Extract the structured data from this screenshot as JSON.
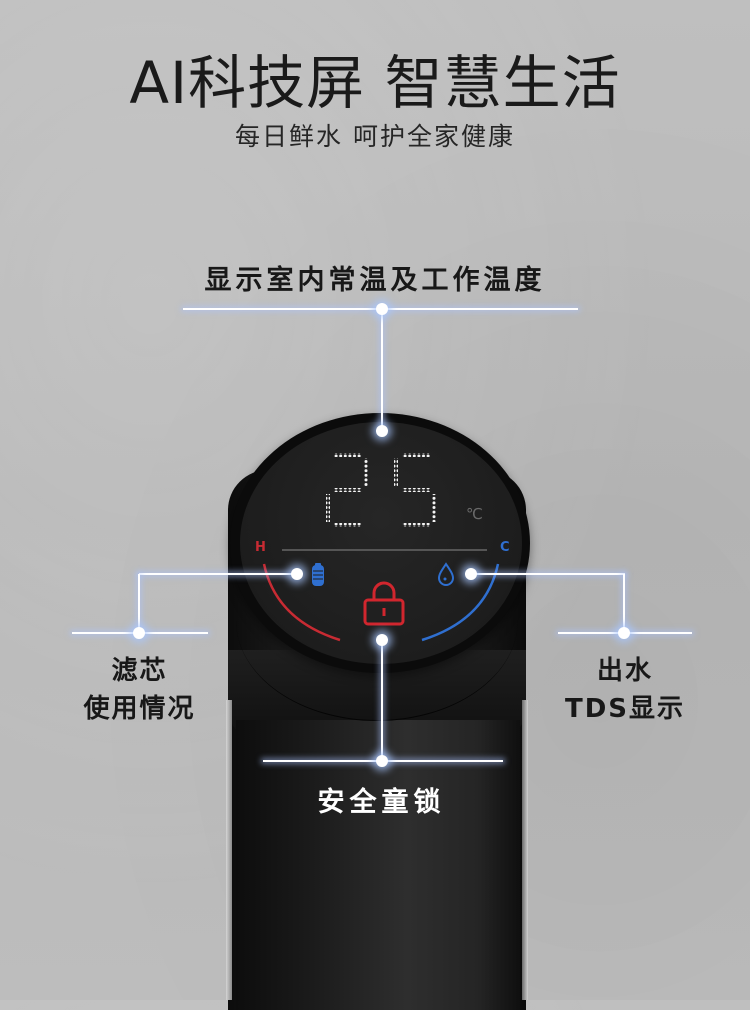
{
  "header": {
    "title": "AI科技屏 智慧生活",
    "subtitle": "每日鲜水 呵护全家健康"
  },
  "callouts": {
    "top": "显示室内常温及工作温度",
    "left_line1": "滤芯",
    "left_line2": "使用情况",
    "right_line1": "出水",
    "right_line2": "TDS显示",
    "bottom": "安全童锁"
  },
  "display": {
    "temperature": "25",
    "unit": "℃",
    "hot_label": "H",
    "cold_label": "C",
    "icons": [
      "filter-battery-icon",
      "water-drop-icon",
      "lock-icon"
    ]
  },
  "colors": {
    "hot": "#c82b33",
    "cold": "#2f6fd0",
    "filter": "#2f6fd0",
    "lock": "#d1262e",
    "callout": "#ffffff",
    "background": "#bcbcbc"
  }
}
